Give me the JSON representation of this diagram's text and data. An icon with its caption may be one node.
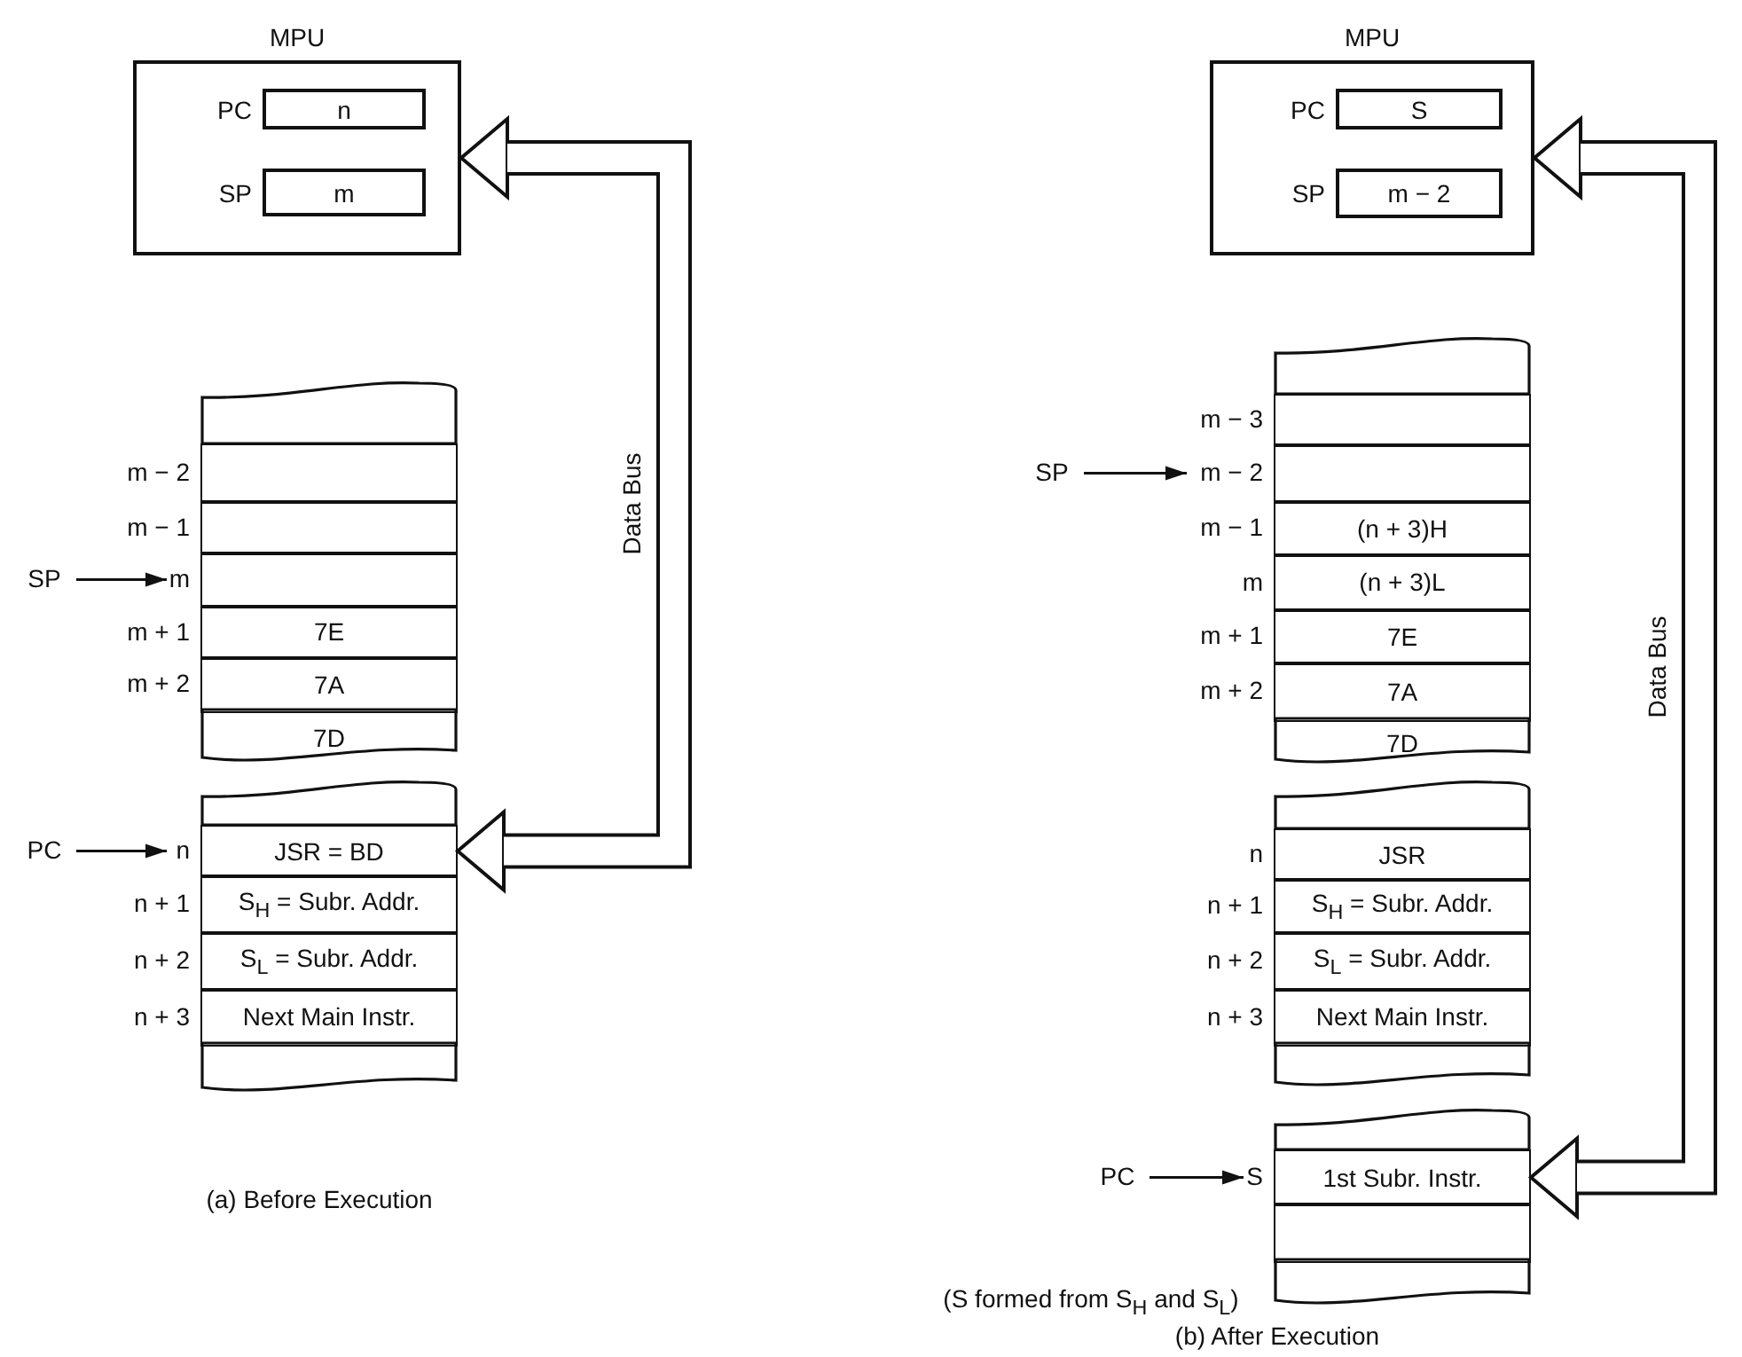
{
  "diagram": {
    "nodes": [
      {
        "text": [
          "MPU"
        ]
      },
      {
        "text": [
          "n"
        ],
        "in": 0,
        "beside": [
          "PC"
        ]
      },
      {
        "text": [
          "m"
        ],
        "in": 0,
        "beside": [
          "SP"
        ]
      },
      {
        "text": [
          "SP"
        ]
      },
      {
        "text": [],
        "shape": "box"
      },
      {
        "text": [],
        "shape": "box",
        "beside": [
          "m − 2"
        ]
      },
      {
        "text": [],
        "shape": "box",
        "beside": [
          "m − 1"
        ]
      },
      {
        "text": [],
        "shape": "box",
        "beside": [
          "m"
        ]
      },
      {
        "text": [
          "7E"
        ],
        "beside": [
          "m + 1"
        ]
      },
      {
        "text": [
          "7A"
        ],
        "beside": [
          "m + 2"
        ]
      },
      {
        "text": [
          "7D"
        ]
      },
      {
        "text": [],
        "shape": "box"
      },
      {
        "text": [
          "PC"
        ]
      },
      {
        "text": [
          "JSR = BD"
        ],
        "beside": [
          "n"
        ]
      },
      {
        "text": [
          "S$_{H}$ = Subr. Addr."
        ],
        "beside": [
          "n + 1"
        ]
      },
      {
        "text": [
          "S$_{L}$ = Subr. Addr."
        ],
        "beside": [
          "n + 2"
        ]
      },
      {
        "text": [
          "Next Main Instr."
        ],
        "beside": [
          "n + 3"
        ]
      },
      {
        "text": [],
        "shape": "box"
      },
      {
        "text": [
          "MPU"
        ]
      },
      {
        "text": [
          "S"
        ],
        "in": 18,
        "beside": [
          "PC"
        ]
      },
      {
        "text": [
          "m − 2"
        ],
        "in": 18,
        "beside": [
          "SP"
        ]
      },
      {
        "text": [],
        "shape": "box"
      },
      {
        "text": [],
        "shape": "box",
        "beside": [
          "m − 3"
        ]
      },
      {
        "text": [
          "SP"
        ]
      },
      {
        "text": [],
        "shape": "box",
        "beside": [
          "m − 2"
        ]
      },
      {
        "text": [
          "(n + 3)H"
        ],
        "beside": [
          "m − 1"
        ]
      },
      {
        "text": [
          "(n + 3)L"
        ],
        "beside": [
          "m"
        ]
      },
      {
        "text": [
          "7E"
        ],
        "beside": [
          "m + 1"
        ]
      },
      {
        "text": [
          "7A"
        ],
        "beside": [
          "m + 2"
        ]
      },
      {
        "text": [
          "7D"
        ]
      },
      {
        "text": [],
        "shape": "box"
      },
      {
        "text": [
          "JSR"
        ],
        "beside": [
          "n"
        ]
      },
      {
        "text": [
          "S$_{H}$ = Subr. Addr."
        ],
        "beside": [
          "n + 1"
        ]
      },
      {
        "text": [
          "S$_{L}$ = Subr. Addr."
        ],
        "beside": [
          "n + 2"
        ]
      },
      {
        "text": [
          "Next Main Instr."
        ],
        "beside": [
          "n + 3"
        ]
      },
      {
        "text": [],
        "shape": "box"
      },
      {
        "text": [],
        "shape": "box"
      },
      {
        "text": [
          "PC"
        ]
      },
      {
        "text": [
          "1st Subr. Instr."
        ],
        "beside": [
          "S"
        ]
      },
      {
        "text": [],
        "shape": "box"
      },
      {
        "text": [],
        "shape": "box"
      }
    ],
    "edges": [
      {
        "from": 3,
        "to": 7,
        "arrow": "to"
      },
      {
        "from": 12,
        "to": 13,
        "arrow": "to"
      },
      {
        "from": 13,
        "to": 0,
        "arrow": "both",
        "label": "Data Bus",
        "style": "thick"
      },
      {
        "from": 23,
        "to": 24,
        "arrow": "to"
      },
      {
        "from": 37,
        "to": 38,
        "arrow": "to"
      },
      {
        "from": 38,
        "to": 18,
        "arrow": "both",
        "label": "Data Bus",
        "style": "thick"
      }
    ],
    "labels": [
      "(a) Before Execution",
      "(S formed from S$_{H}$ and S$_{L}$)",
      "(b) After Execution"
    ]
  }
}
